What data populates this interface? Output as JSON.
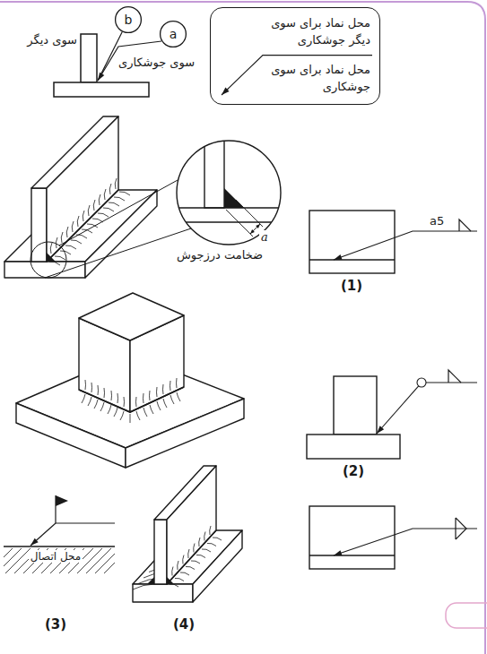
{
  "diagram": {
    "nodes": [
      {
        "text": [
          "b"
        ]
      },
      {
        "text": [
          "a"
        ]
      },
      {
        "text": [
          "محل نماد برای سوی دیگر جوشکاری",
          "محل نماد برای سوی جوشکاری"
        ]
      }
    ],
    "labels": [
      "سوی دیگر",
      "سوی جوشکاری",
      "a",
      "ضخامت درزجوش",
      "a5",
      "(1)",
      "(2)",
      "محل اتصال",
      "(3)",
      "(4)"
    ]
  }
}
